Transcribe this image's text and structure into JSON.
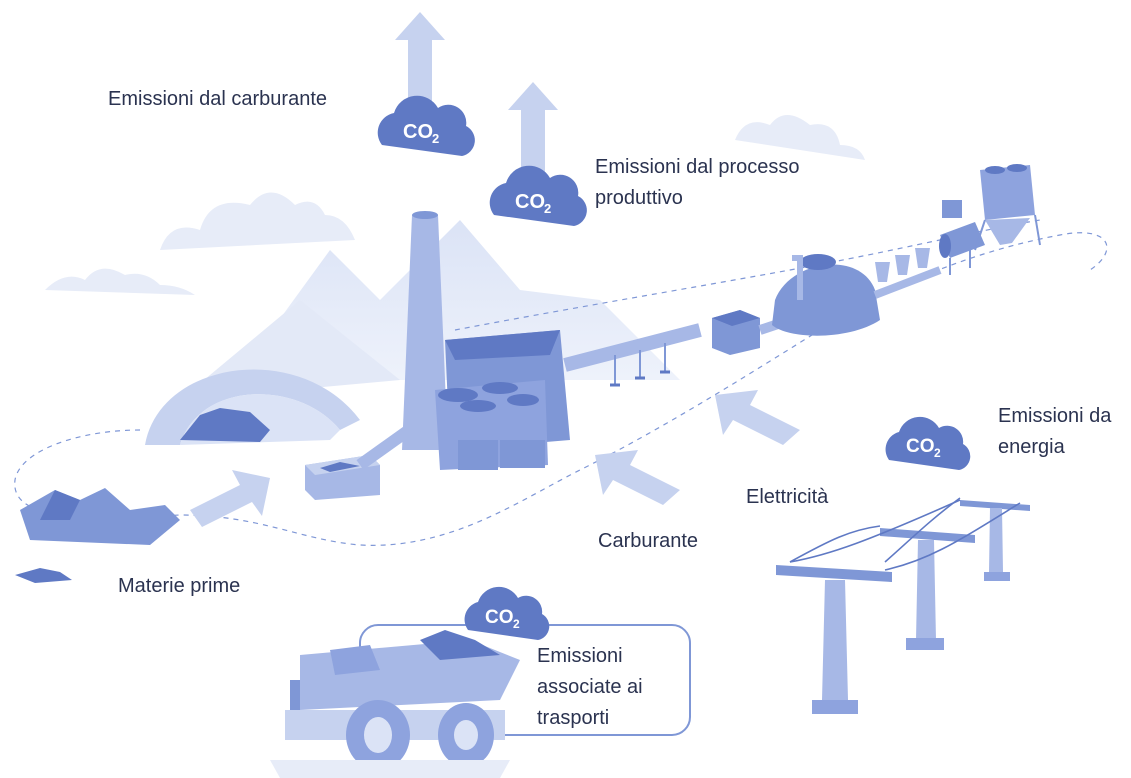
{
  "labels": {
    "fuel_emissions": "Emissioni dal carburante",
    "process_emissions_line1": "Emissioni dal processo",
    "process_emissions_line2": "produttivo",
    "energy_emissions_line1": "Emissioni da",
    "energy_emissions_line2": "energia",
    "electricity": "Elettricità",
    "fuel": "Carburante",
    "raw_materials": "Materie prime",
    "transport_line1": "Emissioni",
    "transport_line2": "associate ai",
    "transport_line3": "trasporti"
  },
  "badges": {
    "co2_main": "CO",
    "co2_sub": "2"
  },
  "colors": {
    "dark_blue": "#5f79c4",
    "mid_blue": "#7f97d6",
    "light_blue": "#b8c6ea",
    "pale_blue": "#dbe3f6",
    "text": "#2b3350"
  },
  "icons": [
    "co2-cloud-icon",
    "up-arrow-icon",
    "right-arrow-icon",
    "factory-icon",
    "power-pylon-icon",
    "dump-truck-icon",
    "rock-pile-icon"
  ]
}
